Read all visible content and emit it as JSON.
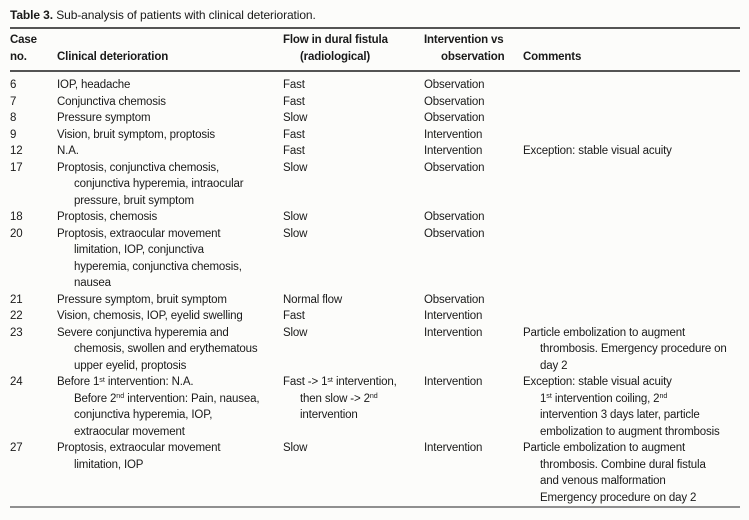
{
  "table": {
    "title_label": "Table 3.",
    "title_text": "Sub-analysis of patients with clinical deterioration.",
    "columns": [
      {
        "id": "case-no",
        "header": "Case\nno."
      },
      {
        "id": "clinical-deterioration",
        "header": "Clinical deterioration"
      },
      {
        "id": "flow-in-dural-fistula",
        "header": "Flow in dural fistula\n(radiological)"
      },
      {
        "id": "intervention-vs-observation",
        "header": "Intervention vs\nobservation"
      },
      {
        "id": "comments",
        "header": "Comments"
      }
    ],
    "rows": [
      {
        "case_no": "6",
        "clinical": "IOP, headache",
        "flow": "Fast",
        "intervention": "Observation",
        "comments": ""
      },
      {
        "case_no": "7",
        "clinical": "Conjunctiva chemosis",
        "flow": "Fast",
        "intervention": "Observation",
        "comments": ""
      },
      {
        "case_no": "8",
        "clinical": "Pressure symptom",
        "flow": "Slow",
        "intervention": "Observation",
        "comments": ""
      },
      {
        "case_no": "9",
        "clinical": "Vision, bruit symptom, proptosis",
        "flow": "Fast",
        "intervention": "Intervention",
        "comments": ""
      },
      {
        "case_no": "12",
        "clinical": "N.A.",
        "flow": "Fast",
        "intervention": "Intervention",
        "comments": "Exception: stable visual acuity"
      },
      {
        "case_no": "17",
        "clinical": "Proptosis, conjunctiva chemosis,\nconjunctiva hyperemia, intraocular\npressure, bruit symptom",
        "flow": "Slow",
        "intervention": "Observation",
        "comments": ""
      },
      {
        "case_no": "18",
        "clinical": "Proptosis, chemosis",
        "flow": "Slow",
        "intervention": "Observation",
        "comments": ""
      },
      {
        "case_no": "20",
        "clinical": "Proptosis, extraocular movement\nlimitation, IOP, conjunctiva\nhyperemia, conjunctiva chemosis,\nnausea",
        "flow": "Slow",
        "intervention": "Observation",
        "comments": ""
      },
      {
        "case_no": "21",
        "clinical": "Pressure symptom, bruit symptom",
        "flow": "Normal flow",
        "intervention": "Observation",
        "comments": ""
      },
      {
        "case_no": "22",
        "clinical": "Vision, chemosis, IOP, eyelid swelling",
        "flow": "Fast",
        "intervention": "Intervention",
        "comments": ""
      },
      {
        "case_no": "23",
        "clinical": "Severe conjunctiva hyperemia and\nchemosis, swollen and erythematous\nupper eyelid, proptosis",
        "flow": "Slow",
        "intervention": "Intervention",
        "comments": "Particle embolization to augment\nthrombosis. Emergency procedure on\nday 2"
      },
      {
        "case_no": "24",
        "clinical": "Before 1^st^ intervention: N.A.\nBefore 2^nd^ intervention: Pain, nausea,\nconjunctiva hyperemia, IOP,\nextraocular movement",
        "flow": "Fast -> 1^st^ intervention,\nthen slow -> 2^nd^\nintervention",
        "intervention": "Intervention",
        "comments": "Exception: stable visual acuity\n1^st^ intervention coiling, 2^nd^\nintervention 3 days later, particle\nembolization to augment thrombosis"
      },
      {
        "case_no": "27",
        "clinical": "Proptosis, extraocular movement\nlimitation, IOP",
        "flow": "Slow",
        "intervention": "Intervention",
        "comments": "Particle embolization to augment\nthrombosis. Combine dural fistula\nand venous malformation\nEmergency procedure on day 2"
      }
    ]
  }
}
